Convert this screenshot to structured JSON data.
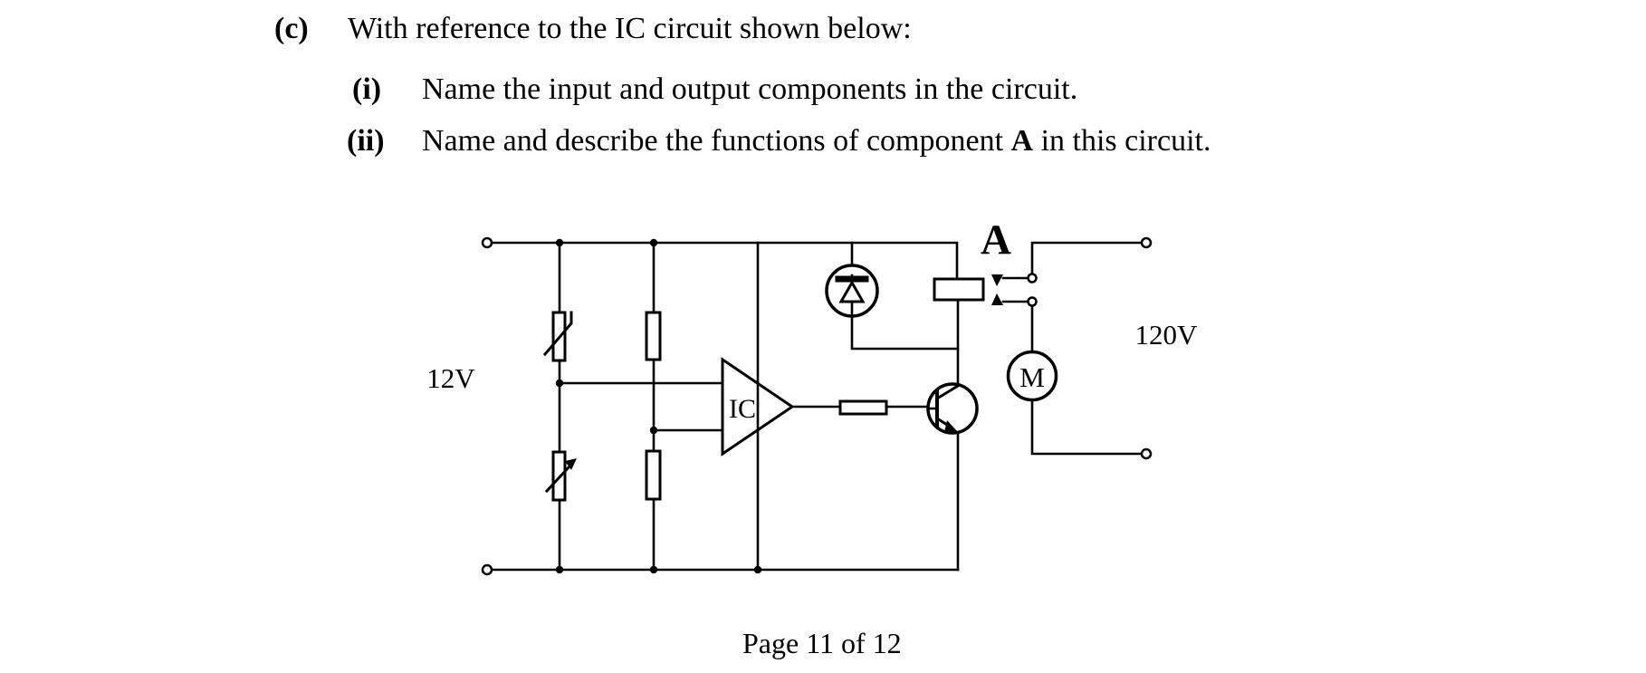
{
  "page": {
    "background": "#ffffff",
    "ink": "#000000"
  },
  "question": {
    "label": "(c)",
    "text": "With reference to the IC circuit shown below:",
    "parts": {
      "i": {
        "label": "(i)",
        "text": "Name the input and output components in the circuit."
      },
      "ii": {
        "label": "(ii)",
        "text_before": "Name and describe the functions of component ",
        "emphasis": "A",
        "text_after": " in this circuit."
      }
    }
  },
  "circuit": {
    "labels": {
      "left_supply": "12V",
      "right_supply": "120V",
      "component_a": "A",
      "ic": "IC",
      "motor": "M"
    },
    "symbols": [
      "thermistor-symbol",
      "variable-resistor-symbol",
      "fixed-resistor-symbol",
      "fixed-resistor-symbol",
      "op-amp-ic-symbol",
      "base-resistor-symbol",
      "npn-transistor-symbol",
      "protection-diode-symbol",
      "relay-coil-symbol",
      "relay-contacts-symbol",
      "motor-symbol",
      "open-terminal-symbol"
    ],
    "colors": {
      "line": "#000000",
      "fill": "#ffffff"
    }
  },
  "footer": {
    "text": "Page 11 of 12"
  }
}
